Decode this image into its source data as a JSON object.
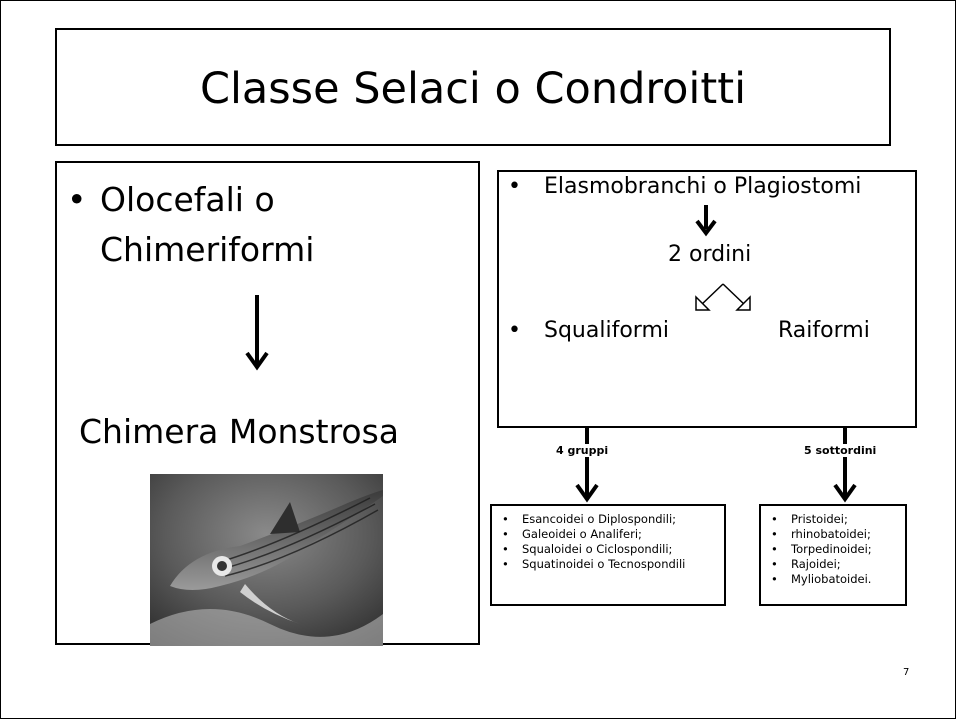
{
  "slide": {
    "title": "Classe Selaci o Condroitti",
    "page_number": "7"
  },
  "left_panel": {
    "bullet": "•",
    "heading": "Olocefali o Chimeriformi",
    "result": "Chimera Monstrosa",
    "image_desc_icon": "fish-photo"
  },
  "right_panel": {
    "bullet": "•",
    "heading": "Elasmobranchi o Plagiostomi",
    "orders": "2 ordini",
    "left_order": "Squaliformi",
    "right_order": "Raiformi"
  },
  "connectors": {
    "left_label": "4 gruppi",
    "right_label": "5 sottordini"
  },
  "squaliformi_groups": [
    "Esancoidei o Diplospondili;",
    "Galeoidei o Analiferi;",
    "Squaloidei o Ciclospondili;",
    "Squatinoidei o Tecnospondili"
  ],
  "raiformi_suborders": [
    "Pristoidei;",
    "rhinobatoidei;",
    "Torpedinoidei;",
    "Rajoidei;",
    "Myliobatoidei."
  ]
}
